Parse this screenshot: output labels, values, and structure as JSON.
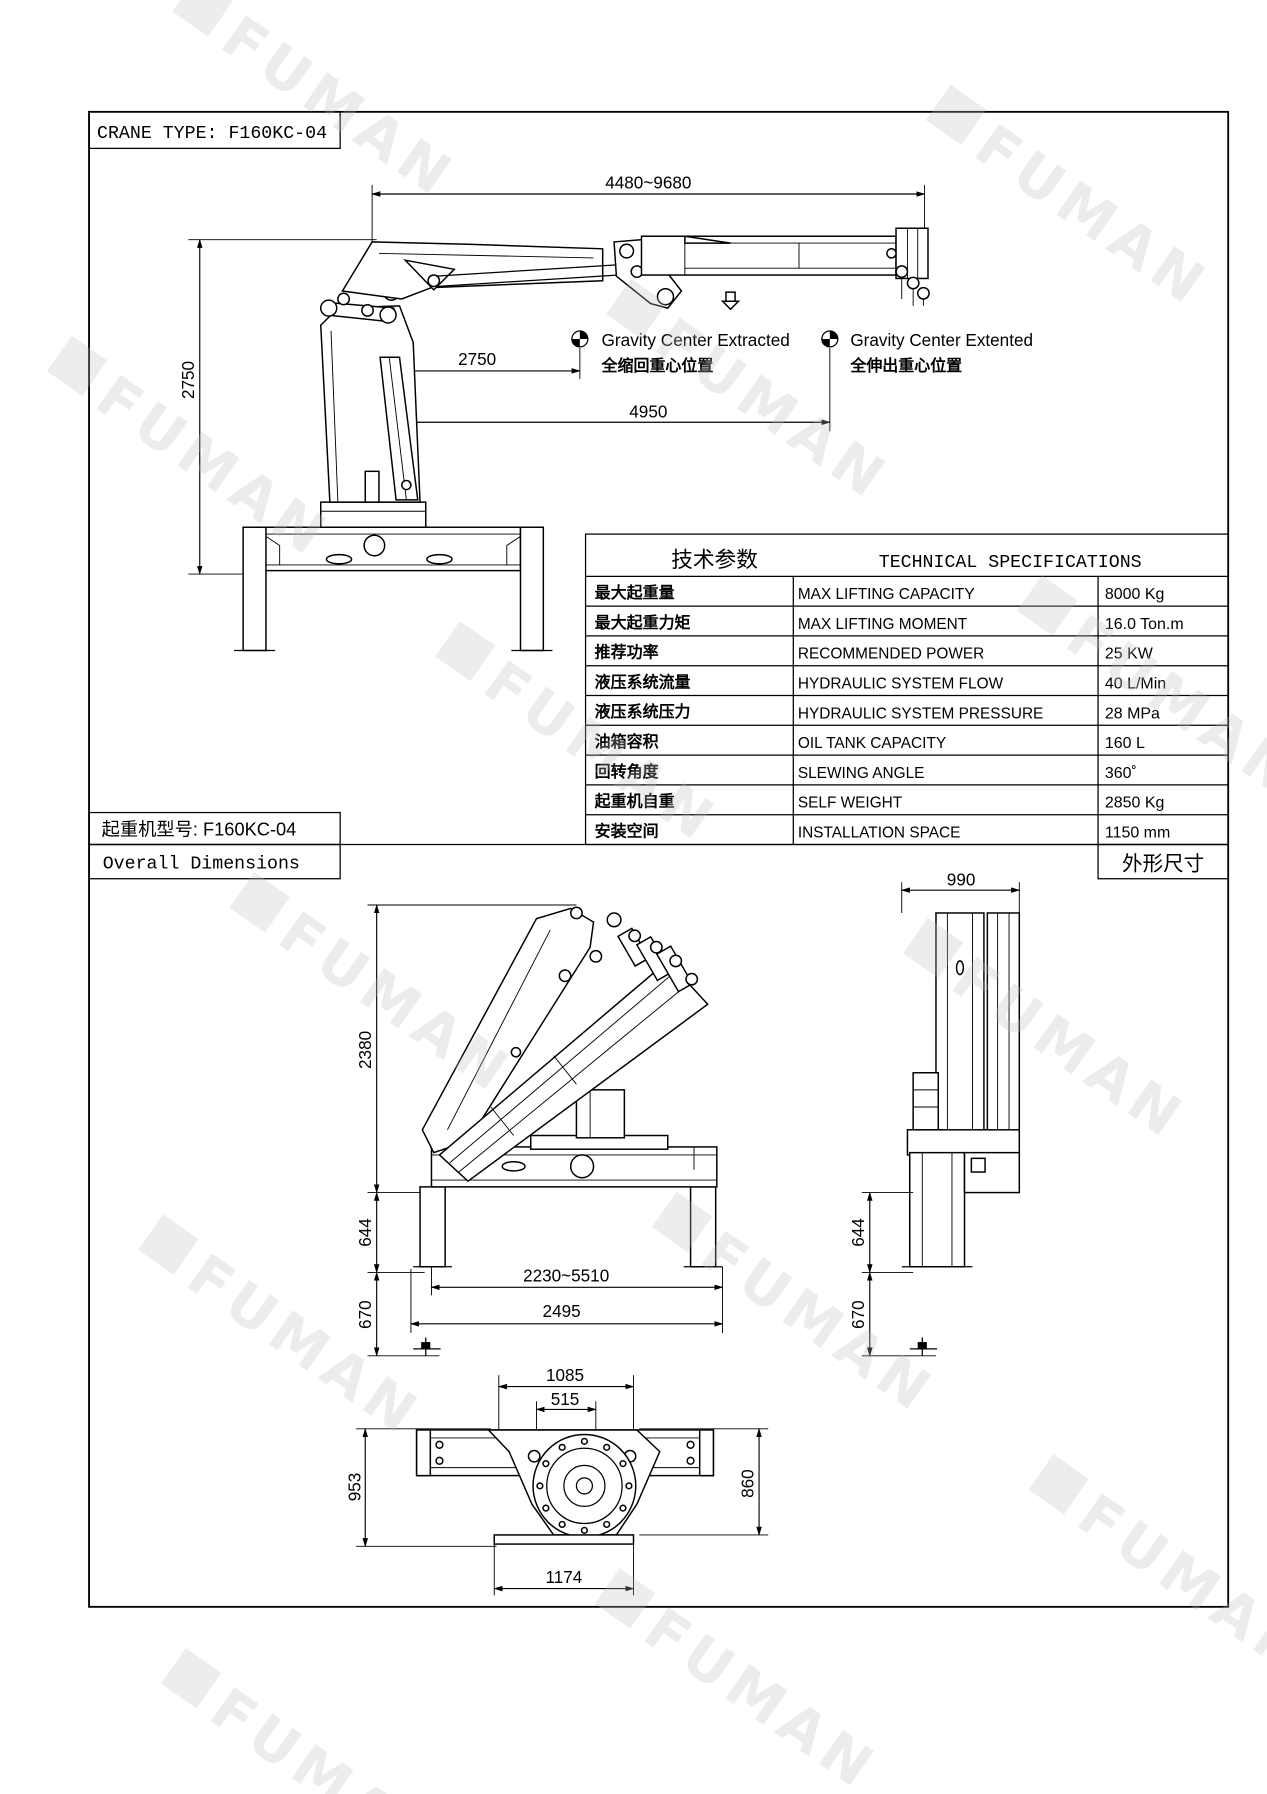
{
  "header": {
    "crane_type": "CRANE TYPE: F160KC-04"
  },
  "side_view": {
    "dim_total_length": "4480~9680",
    "dim_height": "2750",
    "dim_cg_retracted": "2750",
    "dim_cg_extended": "4950",
    "cg_retracted_en": "Gravity Center Extracted",
    "cg_retracted_cn": "全缩回重心位置",
    "cg_extended_en": "Gravity Center Extented",
    "cg_extended_cn": "全伸出重心位置"
  },
  "specs": {
    "title_cn": "技术参数",
    "title_en": "TECHNICAL SPECIFICATIONS",
    "rows": [
      {
        "cn": "最大起重量",
        "en": "MAX LIFTING CAPACITY",
        "value": "8000 Kg"
      },
      {
        "cn": "最大起重力矩",
        "en": "MAX LIFTING MOMENT",
        "value": "16.0 Ton.m"
      },
      {
        "cn": "推荐功率",
        "en": "RECOMMENDED POWER",
        "value": "25 KW"
      },
      {
        "cn": "液压系统流量",
        "en": "HYDRAULIC SYSTEM FLOW",
        "value": "40 L/Min"
      },
      {
        "cn": "液压系统压力",
        "en": "HYDRAULIC SYSTEM PRESSURE",
        "value": "28 MPa"
      },
      {
        "cn": "油箱容积",
        "en": "OIL TANK CAPACITY",
        "value": "160 L"
      },
      {
        "cn": "回转角度",
        "en": "SLEWING ANGLE",
        "value": "360˚"
      },
      {
        "cn": "起重机自重",
        "en": "SELF WEIGHT",
        "value": "2850 Kg"
      },
      {
        "cn": "安装空间",
        "en": "INSTALLATION SPACE",
        "value": "1150 mm"
      }
    ]
  },
  "model_label": "起重机型号: F160KC-04",
  "overall_dimensions": {
    "title_en": "Overall Dimensions",
    "title_cn": "外形尺寸"
  },
  "front_view": {
    "dim_height": "2380",
    "dim_leg": "644",
    "dim_ground": "670",
    "dim_outrigger_span": "2230~5510",
    "dim_base_width": "2495"
  },
  "end_view": {
    "dim_width": "990",
    "dim_leg": "644",
    "dim_ground": "670"
  },
  "plan_view": {
    "dim_outer": "1085",
    "dim_inner": "515",
    "dim_length": "953",
    "dim_length_inner": "860",
    "dim_plate": "1174"
  },
  "watermark": "FUMAN"
}
